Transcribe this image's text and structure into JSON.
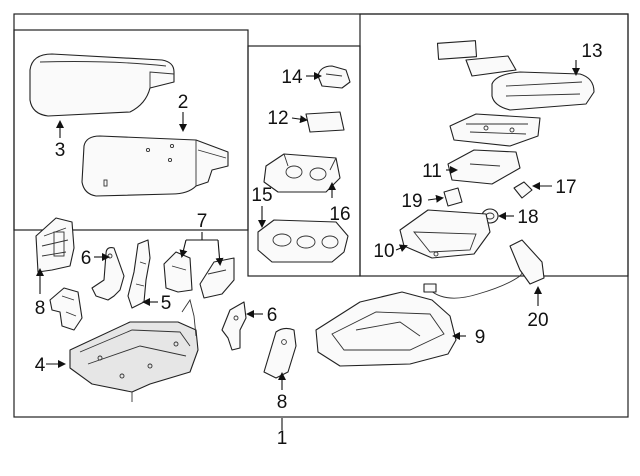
{
  "callouts": {
    "c1": "1",
    "c2": "2",
    "c3": "3",
    "c4": "4",
    "c5": "5",
    "c6a": "6",
    "c6b": "6",
    "c7": "7",
    "c8a": "8",
    "c8b": "8",
    "c9": "9",
    "c10": "10",
    "c11": "11",
    "c12": "12",
    "c13": "13",
    "c14": "14",
    "c15": "15",
    "c16": "16",
    "c17": "17",
    "c18": "18",
    "c19": "19",
    "c20": "20"
  }
}
